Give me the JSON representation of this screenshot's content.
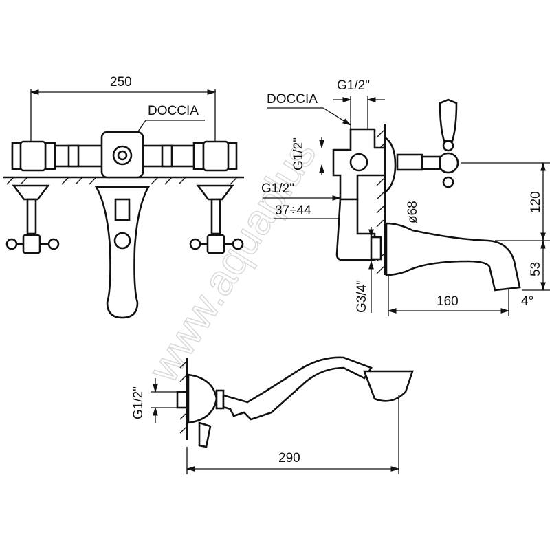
{
  "watermark": "www.aquaplus",
  "front_view": {
    "width_dim": "250",
    "shower_label": "DOCCIA"
  },
  "side_view": {
    "inlet_thread_top": "G1/2\"",
    "shower_label": "DOCCIA",
    "shower_thread_vertical": "G1/2\"",
    "inlet_thread": "G1/2\"",
    "wall_offset": "37÷44",
    "flange_diameter": "ø68",
    "height_dim": "120",
    "spout_height": "53",
    "outlet_thread": "G3/4\"",
    "spout_length": "160",
    "spout_angle": "4°"
  },
  "hand_shower": {
    "thread": "G1/2\"",
    "length": "290"
  }
}
